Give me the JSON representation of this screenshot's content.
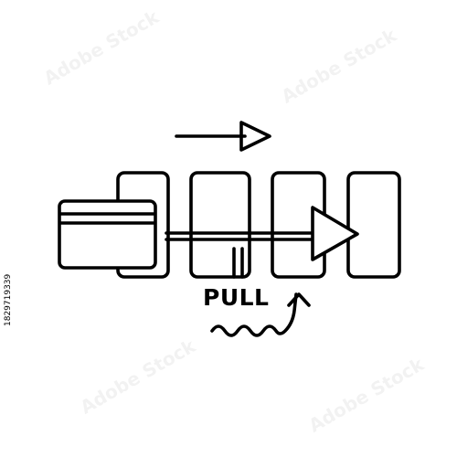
{
  "icon": {
    "name": "card-through-slot-pull-icon",
    "pull_label": "PULL",
    "stroke_color": "#000000",
    "background_color": "#ffffff"
  },
  "overlay": {
    "stock_id": "1829719339",
    "watermark_text": "Adobe Stock"
  }
}
